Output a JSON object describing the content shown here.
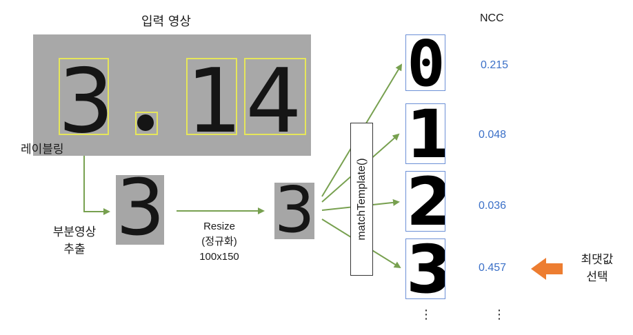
{
  "input_title": "입력 영상",
  "input_digits": [
    "3",
    ".",
    "1",
    "4"
  ],
  "labeling_label": "레이블링",
  "extract_label": [
    "부분영상",
    "추출"
  ],
  "sub_digit": "3",
  "resize_label": [
    "Resize",
    "(정규화)",
    "100x150"
  ],
  "resized_digit": "3",
  "match_label": "matchTemplate()",
  "ncc_header": "NCC",
  "templates": [
    {
      "digit": "0",
      "ncc": "0.215"
    },
    {
      "digit": "1",
      "ncc": "0.048"
    },
    {
      "digit": "2",
      "ncc": "0.036"
    },
    {
      "digit": "3",
      "ncc": "0.457"
    }
  ],
  "select_label": [
    "최댓값",
    "선택"
  ],
  "ellipsis": "⋮",
  "colors": {
    "arrow_green": "#77a04f",
    "ncc_blue": "#3a6fc7",
    "orange": "#ed7d31",
    "yellow": "#e6e65a",
    "template_border": "#6b8fd6"
  }
}
